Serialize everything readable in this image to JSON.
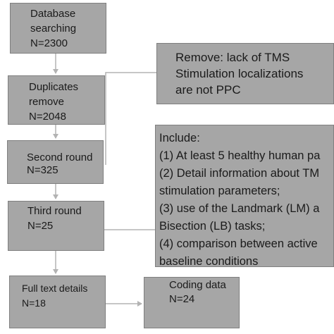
{
  "flowchart": {
    "steps": [
      {
        "label": "Database\nsearching\nN=2300"
      },
      {
        "label": "Duplicates\nremove\nN=2048"
      },
      {
        "label": "Second round\nN=325"
      },
      {
        "label": "Third round\nN=25"
      },
      {
        "label": "Full text details\nN=18"
      },
      {
        "label": "Coding data\nN=24"
      }
    ],
    "remove_note": {
      "label": "Remove: lack of TMS\nStimulation localizations\nare not PPC"
    },
    "include_note": {
      "label": "Include:\n(1) At least 5 healthy human pa\n(2) Detail information about TM\nstimulation parameters;\n(3) use of the Landmark (LM) a\nBisection (LB) tasks;\n(4) comparison between active\nbaseline conditions"
    }
  },
  "colors": {
    "box_fill": "#a6a6a6",
    "box_border": "#7f7f7f",
    "connector": "#b3b3b3",
    "text": "#1a1a1a"
  }
}
